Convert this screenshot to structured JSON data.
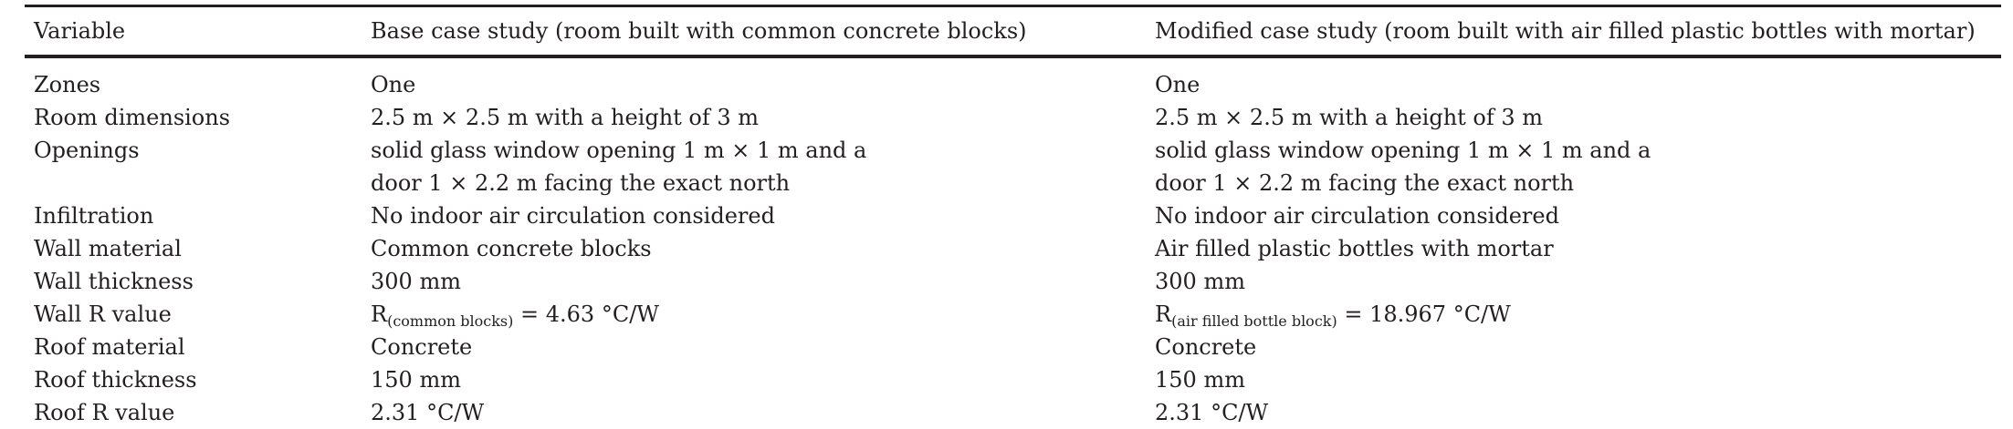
{
  "table": {
    "headers": [
      "Variable",
      "Base case study (room built with common concrete blocks)",
      "Modified case study (room built with air filled plastic bottles with mortar)"
    ],
    "rows": [
      {
        "variable": "Zones",
        "base": [
          "One"
        ],
        "modified": [
          "One"
        ]
      },
      {
        "variable": "Room dimensions",
        "base": [
          "2.5 m × 2.5 m with a height of 3 m"
        ],
        "modified": [
          "2.5 m × 2.5 m with a height of 3 m"
        ]
      },
      {
        "variable": "Openings",
        "base": [
          "solid glass window opening 1 m × 1 m and a",
          "door 1 × 2.2 m facing the exact north"
        ],
        "modified": [
          "solid glass window opening 1 m × 1 m and a",
          "door 1 × 2.2 m facing the exact north"
        ]
      },
      {
        "variable": "Infiltration",
        "base": [
          "No indoor air circulation considered"
        ],
        "modified": [
          "No indoor air circulation considered"
        ]
      },
      {
        "variable": "Wall material",
        "base": [
          "Common concrete blocks"
        ],
        "modified": [
          "Air filled plastic bottles with mortar"
        ]
      },
      {
        "variable": "Wall thickness",
        "base": [
          "300 mm"
        ],
        "modified": [
          "300 mm"
        ]
      },
      {
        "variable": "Wall R value",
        "base_formula": {
          "symbol": "R",
          "subscript": "(common blocks)",
          "rest": " = 4.63 °C/W"
        },
        "modified_formula": {
          "symbol": "R",
          "subscript": "(air filled bottle block)",
          "rest": " = 18.967 °C/W"
        }
      },
      {
        "variable": "Roof material",
        "base": [
          "Concrete"
        ],
        "modified": [
          "Concrete"
        ]
      },
      {
        "variable": "Roof thickness",
        "base": [
          "150 mm"
        ],
        "modified": [
          "150 mm"
        ]
      },
      {
        "variable": "Roof R value",
        "base": [
          "2.31 °C/W"
        ],
        "modified": [
          "2.31 °C/W"
        ]
      }
    ]
  },
  "colors": {
    "text": "#231f20",
    "rules": "#231f20",
    "background": "#ffffff"
  }
}
